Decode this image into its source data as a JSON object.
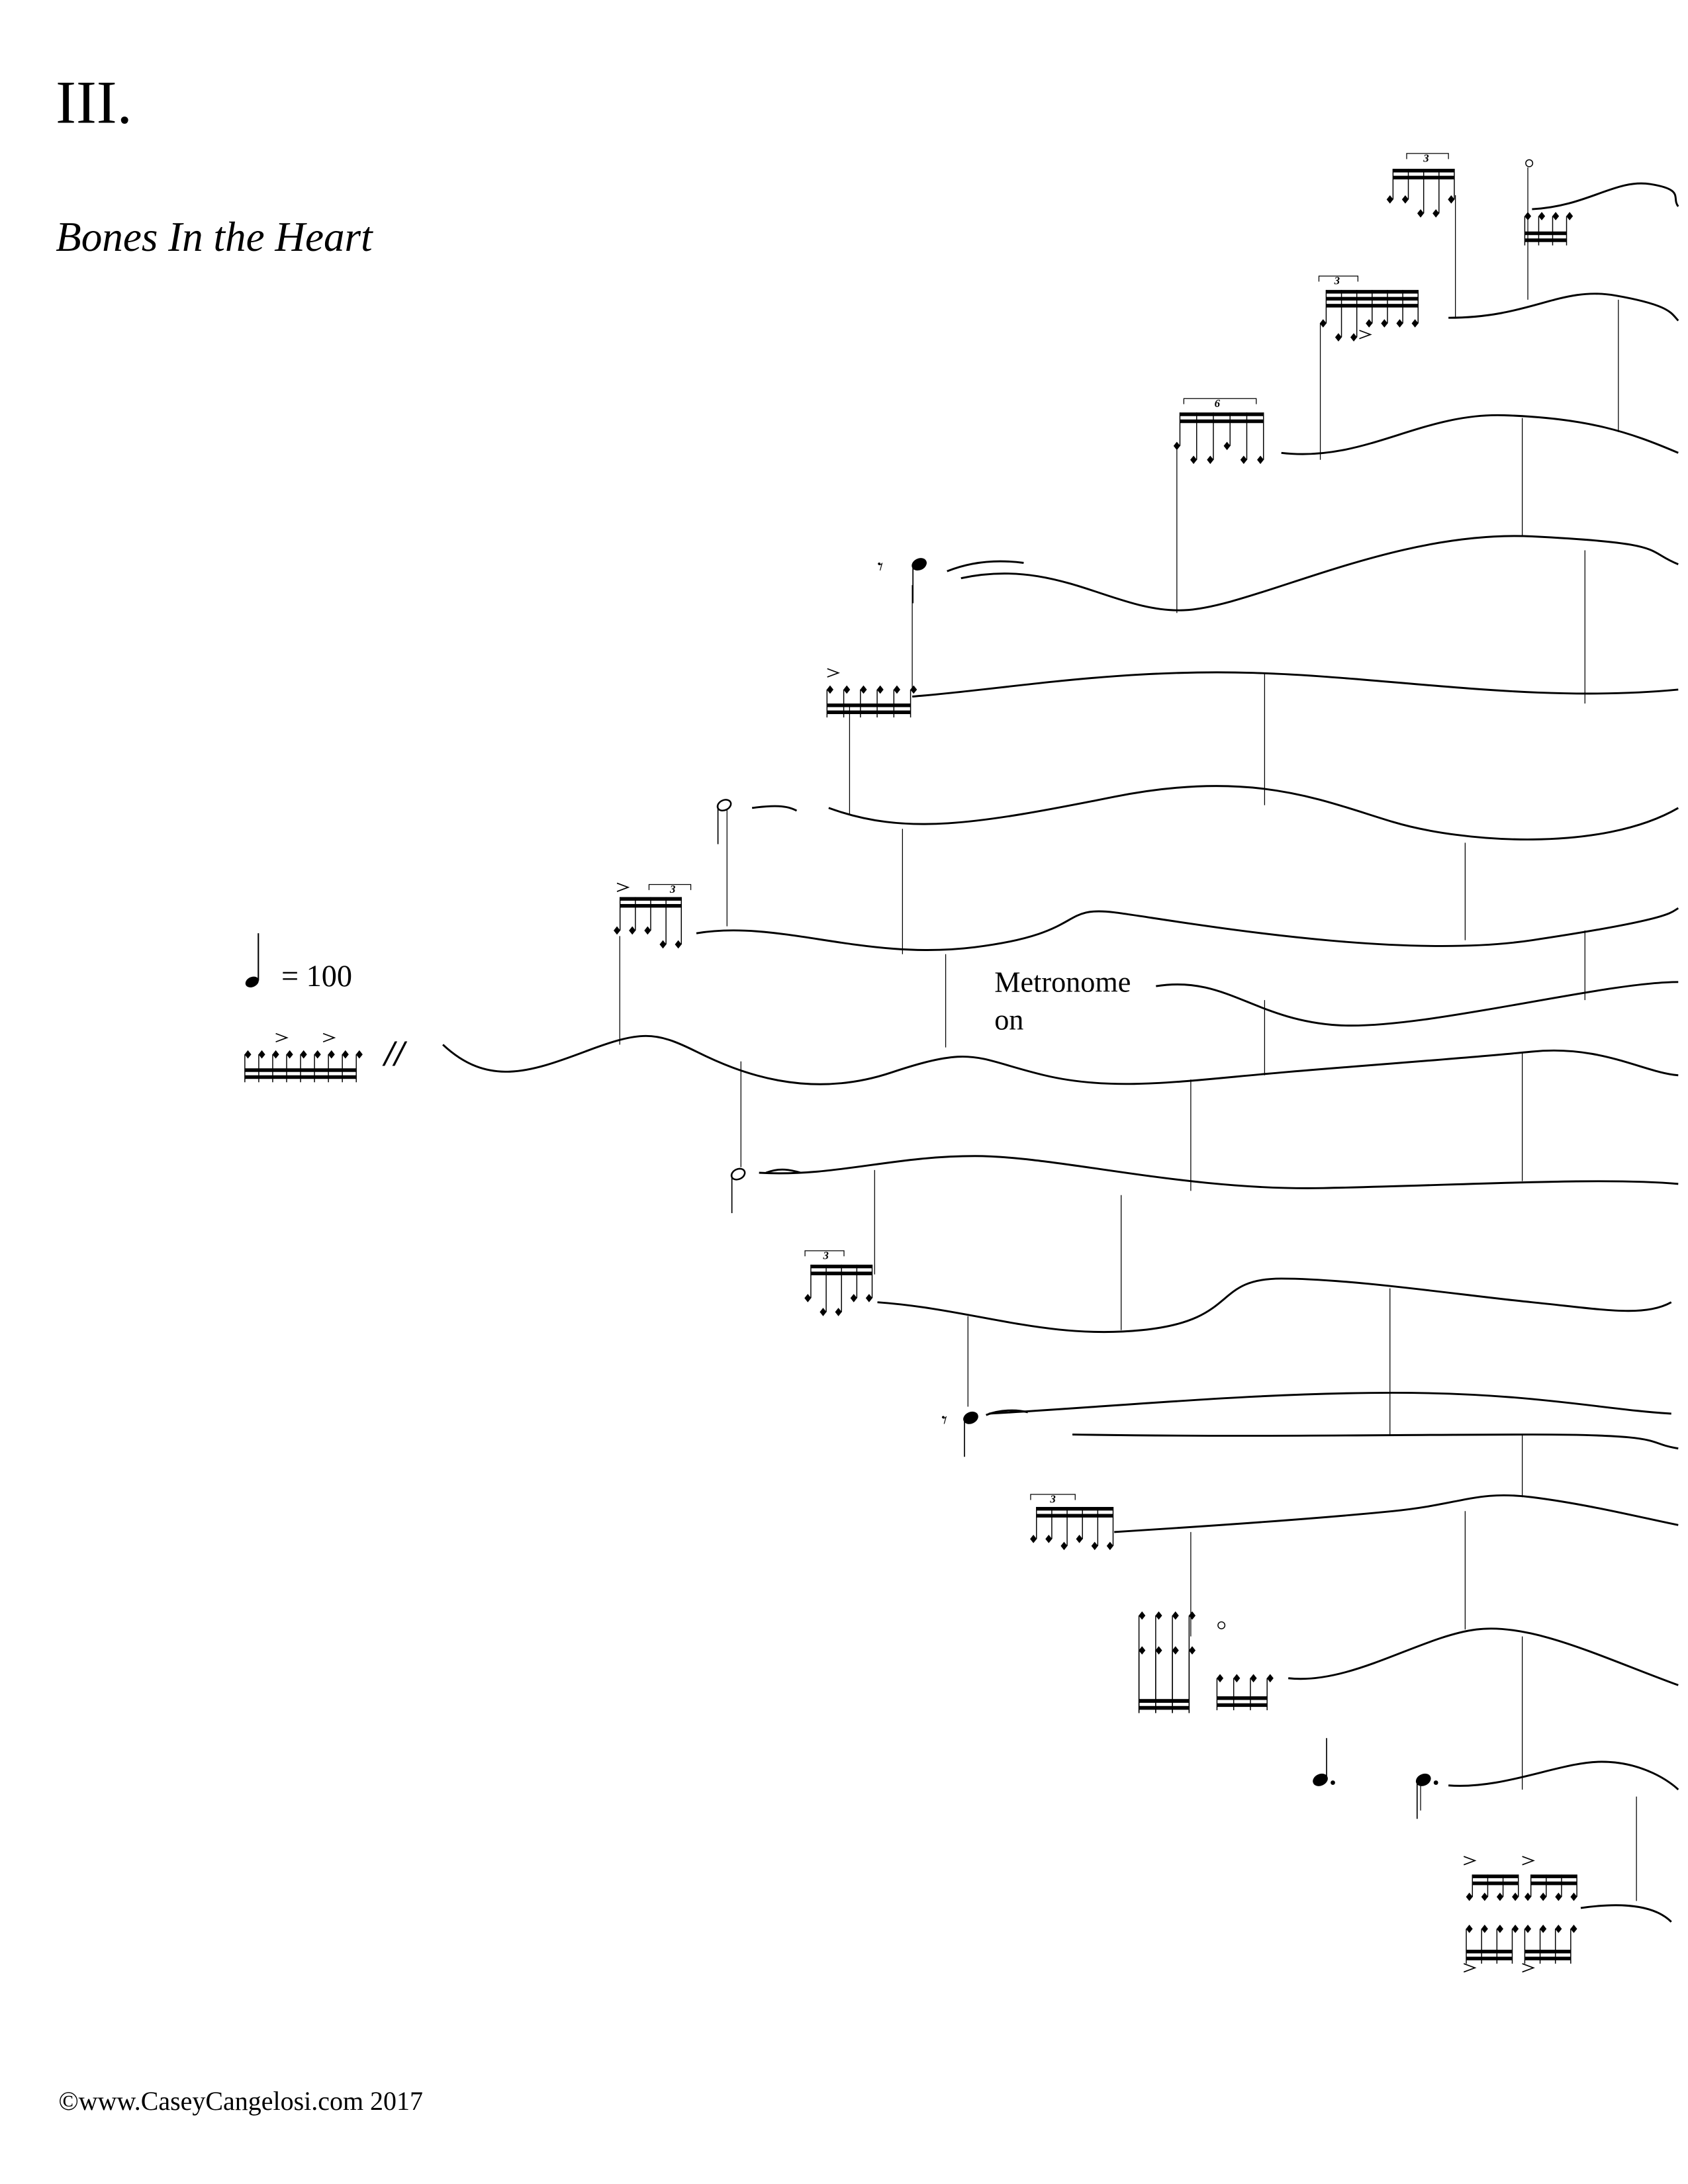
{
  "movement": {
    "number": "III.",
    "title": "Bones In the Heart"
  },
  "tempo": {
    "note_icon": "quarter-note-icon",
    "marking": "= 100"
  },
  "instructions": {
    "metronome_line1": "Metronome",
    "metronome_line2": "on"
  },
  "tuplets": [
    "3",
    "3",
    "6",
    "3",
    "3",
    "3"
  ],
  "repeat_mark": "//",
  "footer": {
    "copyright": "©www.CaseyCangelosi.com 2017"
  },
  "colors": {
    "ink": "#000000",
    "paper": "#ffffff"
  }
}
